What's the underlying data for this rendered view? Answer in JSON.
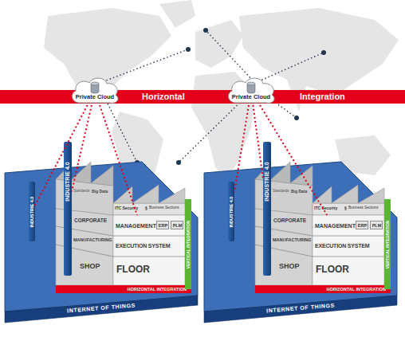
{
  "diagram": {
    "nodes": [
      {
        "text": [
          "Horizontal",
          "Integration"
        ]
      },
      {
        "text": [
          "Private Cloud"
        ]
      },
      {
        "text": [
          "Private Cloud"
        ]
      },
      {
        "text": [
          "INTERNET OF THINGS"
        ]
      },
      {
        "text": [
          "INDUSTRIE 4.0"
        ],
        "in": 3
      },
      {
        "text": [
          "INDUSTRIE 4.0"
        ],
        "in": 3
      },
      {
        "text": [
          "MANAGEMENT",
          "EXECUTION SYSTEM",
          "FLOOR"
        ],
        "in": 3
      },
      {
        "text": [
          "ERP"
        ],
        "in": 6
      },
      {
        "text": [
          "PLM"
        ],
        "in": 6
      },
      {
        "text": [
          "HORIZONTAL INTEGRATION"
        ],
        "in": 3
      },
      {
        "text": [
          "VERTICAL INTEGRATION"
        ],
        "in": 3
      },
      {
        "text": [
          "INTERNET OF THINGS"
        ]
      },
      {
        "text": [
          "INDUSTRIE 4.0"
        ],
        "in": 11
      },
      {
        "text": [
          "INDUSTRIE 4.0"
        ],
        "in": 11
      },
      {
        "text": [
          "MANAGEMENT",
          "EXECUTION SYSTEM",
          "FLOOR"
        ],
        "in": 11
      },
      {
        "text": [
          "ERP"
        ],
        "in": 14
      },
      {
        "text": [
          "PLM"
        ],
        "in": 14
      },
      {
        "text": [
          "HORIZONTAL INTEGRATION"
        ],
        "in": 11
      },
      {
        "text": [
          "VERTICAL INTEGRATION"
        ],
        "in": 11
      }
    ],
    "edges": [
      {
        "from": 1,
        "to": 4,
        "arrow": "none"
      },
      {
        "from": 1,
        "to": 5,
        "arrow": "none"
      },
      {
        "from": 1,
        "to": 6,
        "arrow": "none"
      },
      {
        "from": 2,
        "to": 12,
        "arrow": "none"
      },
      {
        "from": 2,
        "to": 13,
        "arrow": "none"
      },
      {
        "from": 2,
        "to": 14,
        "arrow": "none"
      }
    ],
    "labels": [
      "Standards",
      "Big Data",
      "ITC Security",
      "§",
      "Business Sections",
      "CORPORATE",
      "MANUFACTURING",
      "SHOP",
      "Standards",
      "Big Data",
      "ITC Security",
      "§",
      "Business Sections",
      "CORPORATE",
      "MANUFACTURING",
      "SHOP"
    ]
  }
}
